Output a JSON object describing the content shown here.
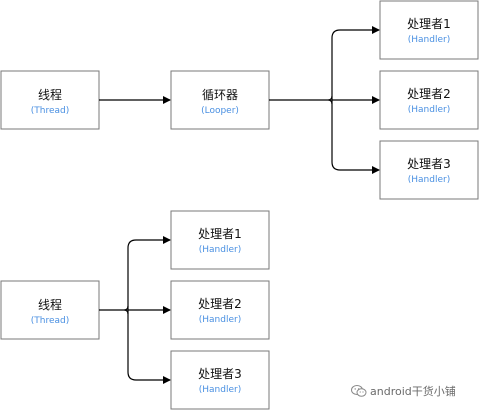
{
  "colors": {
    "box_fill": "#ffffff",
    "box_stroke": "#7a7a7a",
    "arrow": "#000000",
    "title_text": "#111111",
    "sub_text": "#4a90e2",
    "watermark_text": "#6b6b6b"
  },
  "top_diagram": {
    "thread": {
      "title": "线程",
      "sub": "(Thread)"
    },
    "looper": {
      "title": "循环器",
      "sub": "(Looper)"
    },
    "handlers": [
      {
        "title": "处理者1",
        "sub": "(Handler)"
      },
      {
        "title": "处理者2",
        "sub": "(Handler)"
      },
      {
        "title": "处理者3",
        "sub": "(Handler)"
      }
    ]
  },
  "bottom_diagram": {
    "thread": {
      "title": "线程",
      "sub": "(Thread)"
    },
    "handlers": [
      {
        "title": "处理者1",
        "sub": "(Handler)"
      },
      {
        "title": "处理者2",
        "sub": "(Handler)"
      },
      {
        "title": "处理者3",
        "sub": "(Handler)"
      }
    ]
  },
  "watermark": {
    "text": "android干货小铺",
    "icon": "wechat-icon"
  }
}
